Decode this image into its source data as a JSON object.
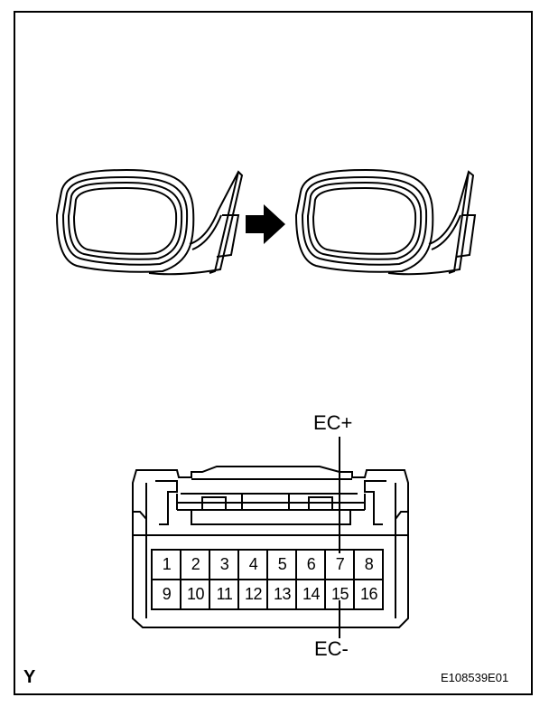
{
  "figure": {
    "corner_letter": "Y",
    "figure_code": "E108539E01"
  },
  "connector": {
    "terminal_top_label": "EC+",
    "terminal_bottom_label": "EC-",
    "top_row": [
      "1",
      "2",
      "3",
      "4",
      "5",
      "6",
      "7",
      "8"
    ],
    "bottom_row": [
      "9",
      "10",
      "11",
      "12",
      "13",
      "14",
      "15",
      "16"
    ]
  },
  "arrow": {
    "direction": "right",
    "color": "#000000"
  },
  "colors": {
    "line": "#000000",
    "background": "#ffffff"
  }
}
